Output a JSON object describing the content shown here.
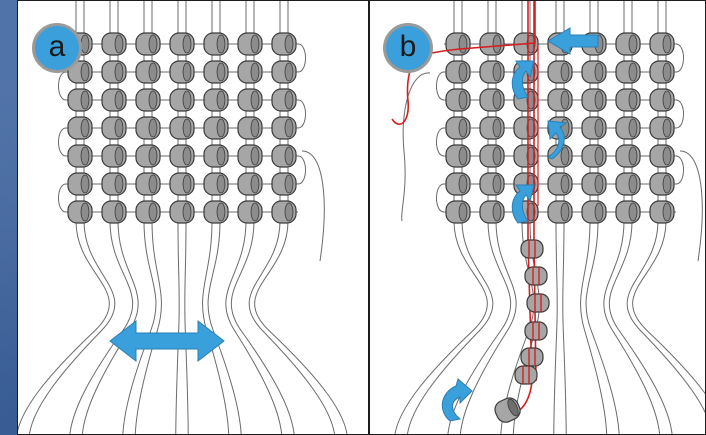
{
  "panels": [
    {
      "id": "a",
      "label": "a"
    },
    {
      "id": "b",
      "label": "b"
    }
  ],
  "colors": {
    "bead": "#a6a6a6",
    "bead_stroke": "#3a3a3a",
    "thread": "#6b6b6b",
    "red_thread": "#d42020",
    "arrow": "#3aa0dc",
    "badge_fill": "#3a9fda",
    "badge_ring": "#9a9a9a"
  },
  "icons": {
    "double_arrow": "double-headed-arrow-icon",
    "direction_arrow": "left-arrow-icon",
    "curved_arrow": "curved-arrow-icon"
  }
}
